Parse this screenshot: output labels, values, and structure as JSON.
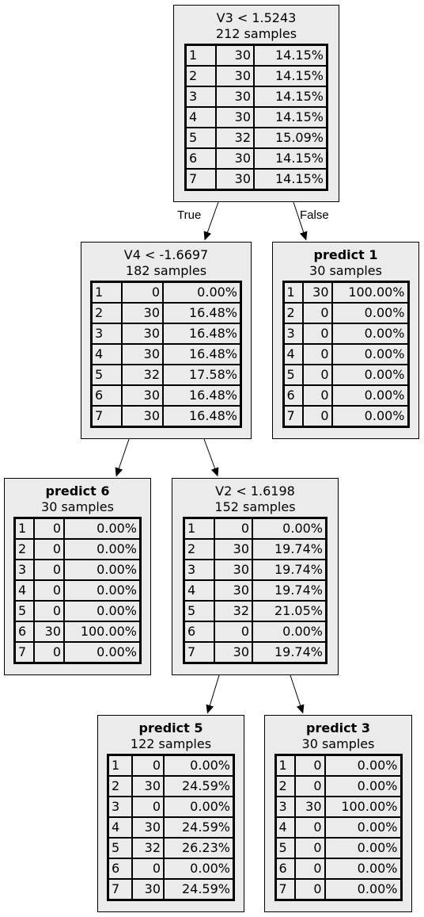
{
  "tree": {
    "edge_labels": {
      "true": "True",
      "false": "False"
    },
    "nodes": [
      {
        "id": "root",
        "title": "V3 < 1.5243",
        "samples": "212 samples",
        "leaf": false,
        "rows": [
          [
            "1",
            "30",
            "14.15%"
          ],
          [
            "2",
            "30",
            "14.15%"
          ],
          [
            "3",
            "30",
            "14.15%"
          ],
          [
            "4",
            "30",
            "14.15%"
          ],
          [
            "5",
            "32",
            "15.09%"
          ],
          [
            "6",
            "30",
            "14.15%"
          ],
          [
            "7",
            "30",
            "14.15%"
          ]
        ]
      },
      {
        "id": "v4-split",
        "title": "V4 < -1.6697",
        "samples": "182 samples",
        "leaf": false,
        "rows": [
          [
            "1",
            "0",
            "0.00%"
          ],
          [
            "2",
            "30",
            "16.48%"
          ],
          [
            "3",
            "30",
            "16.48%"
          ],
          [
            "4",
            "30",
            "16.48%"
          ],
          [
            "5",
            "32",
            "17.58%"
          ],
          [
            "6",
            "30",
            "16.48%"
          ],
          [
            "7",
            "30",
            "16.48%"
          ]
        ]
      },
      {
        "id": "leaf-predict-1",
        "title": "predict 1",
        "samples": "30 samples",
        "leaf": true,
        "rows": [
          [
            "1",
            "30",
            "100.00%"
          ],
          [
            "2",
            "0",
            "0.00%"
          ],
          [
            "3",
            "0",
            "0.00%"
          ],
          [
            "4",
            "0",
            "0.00%"
          ],
          [
            "5",
            "0",
            "0.00%"
          ],
          [
            "6",
            "0",
            "0.00%"
          ],
          [
            "7",
            "0",
            "0.00%"
          ]
        ]
      },
      {
        "id": "leaf-predict-6",
        "title": "predict 6",
        "samples": "30 samples",
        "leaf": true,
        "rows": [
          [
            "1",
            "0",
            "0.00%"
          ],
          [
            "2",
            "0",
            "0.00%"
          ],
          [
            "3",
            "0",
            "0.00%"
          ],
          [
            "4",
            "0",
            "0.00%"
          ],
          [
            "5",
            "0",
            "0.00%"
          ],
          [
            "6",
            "30",
            "100.00%"
          ],
          [
            "7",
            "0",
            "0.00%"
          ]
        ]
      },
      {
        "id": "v2-split",
        "title": "V2 < 1.6198",
        "samples": "152 samples",
        "leaf": false,
        "rows": [
          [
            "1",
            "0",
            "0.00%"
          ],
          [
            "2",
            "30",
            "19.74%"
          ],
          [
            "3",
            "30",
            "19.74%"
          ],
          [
            "4",
            "30",
            "19.74%"
          ],
          [
            "5",
            "32",
            "21.05%"
          ],
          [
            "6",
            "0",
            "0.00%"
          ],
          [
            "7",
            "30",
            "19.74%"
          ]
        ]
      },
      {
        "id": "leaf-predict-5",
        "title": "predict 5",
        "samples": "122 samples",
        "leaf": true,
        "rows": [
          [
            "1",
            "0",
            "0.00%"
          ],
          [
            "2",
            "30",
            "24.59%"
          ],
          [
            "3",
            "0",
            "0.00%"
          ],
          [
            "4",
            "30",
            "24.59%"
          ],
          [
            "5",
            "32",
            "26.23%"
          ],
          [
            "6",
            "0",
            "0.00%"
          ],
          [
            "7",
            "30",
            "24.59%"
          ]
        ]
      },
      {
        "id": "leaf-predict-3",
        "title": "predict 3",
        "samples": "30 samples",
        "leaf": true,
        "rows": [
          [
            "1",
            "0",
            "0.00%"
          ],
          [
            "2",
            "0",
            "0.00%"
          ],
          [
            "3",
            "30",
            "100.00%"
          ],
          [
            "4",
            "0",
            "0.00%"
          ],
          [
            "5",
            "0",
            "0.00%"
          ],
          [
            "6",
            "0",
            "0.00%"
          ],
          [
            "7",
            "0",
            "0.00%"
          ]
        ]
      }
    ],
    "edges": [
      {
        "from": "root",
        "to": "v4-split"
      },
      {
        "from": "root",
        "to": "leaf-predict-1"
      },
      {
        "from": "v4-split",
        "to": "leaf-predict-6"
      },
      {
        "from": "v4-split",
        "to": "v2-split"
      },
      {
        "from": "v2-split",
        "to": "leaf-predict-5"
      },
      {
        "from": "v2-split",
        "to": "leaf-predict-3"
      }
    ],
    "colors": {
      "node_fill": "#ebebeb",
      "stroke": "#000000"
    }
  }
}
